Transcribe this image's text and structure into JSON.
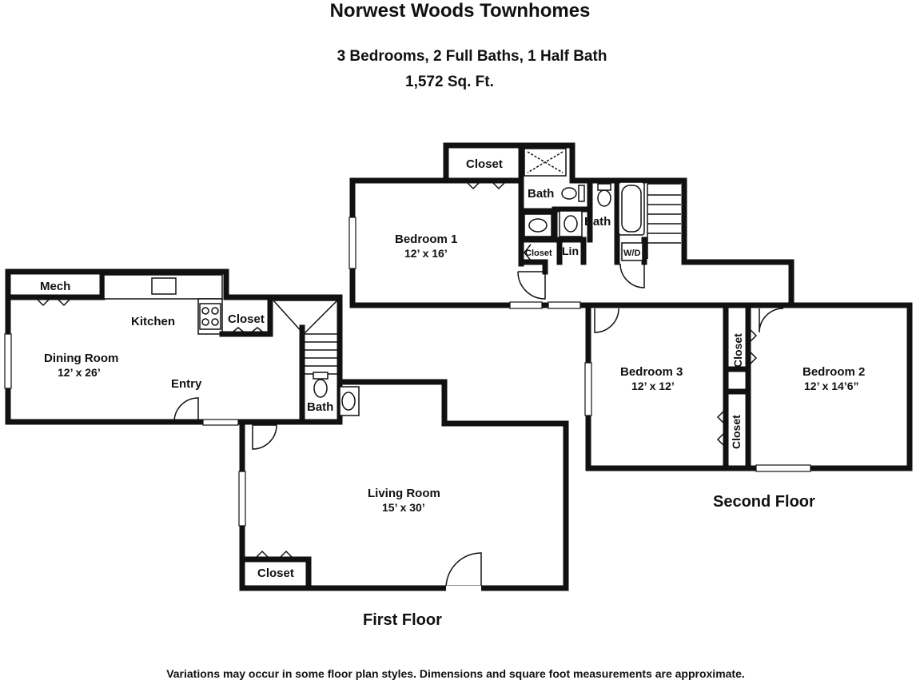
{
  "header": {
    "title": "Norwest Woods Townhomes",
    "subtitle": "3 Bedrooms, 2 Full Baths, 1 Half Bath",
    "area": "1,572 Sq. Ft."
  },
  "first_floor": {
    "label": "First Floor",
    "rooms": {
      "mech": "Mech",
      "kitchen": "Kitchen",
      "closet_kitchen": "Closet",
      "dining_name": "Dining Room",
      "dining_dims": "12’ x 26’",
      "entry": "Entry",
      "bath": "Bath",
      "living_name": "Living Room",
      "living_dims": "15’ x 30’",
      "closet_living": "Closet"
    }
  },
  "second_floor": {
    "label": "Second Floor",
    "rooms": {
      "closet_top": "Closet",
      "bath_master": "Bath",
      "bath_hall": "Bath",
      "bed1_name": "Bedroom 1",
      "bed1_dims": "12’ x 16’",
      "closet_small": "Closet",
      "linen": "Lin",
      "laundry": "W/D",
      "bed3_name": "Bedroom 3",
      "bed3_dims": "12’ x 12’",
      "bed2_name": "Bedroom 2",
      "bed2_dims": "12’ x 14’6”",
      "closet_bed2a": "Closet",
      "closet_bed2b": "Closet"
    }
  },
  "footer": {
    "disclaimer": "Variations may occur in some floor plan styles. Dimensions and square foot measurements are approximate."
  }
}
